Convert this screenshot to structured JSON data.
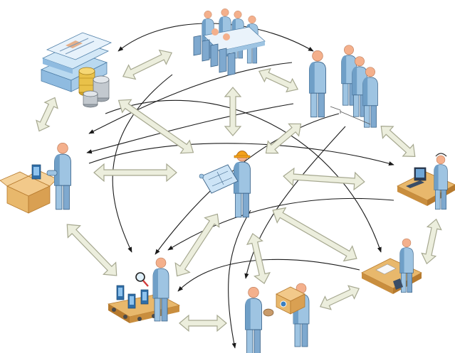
{
  "diagram": {
    "title": "",
    "colors": {
      "figure_body": "#9ec4e2",
      "figure_shade": "#6f9fc7",
      "figure_outline": "#3c6489",
      "skin": "#f4b08c",
      "block_arrow_fill": "#eceedd",
      "block_arrow_stroke": "#a6a890",
      "curve_arrow": "#1a1a1a",
      "wood": "#e8b86c",
      "wood_dark": "#b67a2e",
      "hardhat": "#f4a21c"
    },
    "nodes": [
      {
        "id": "documents-money",
        "icon": "document-stack-with-coins-icon"
      },
      {
        "id": "meeting",
        "icon": "board-meeting-icon"
      },
      {
        "id": "workforce-group",
        "icon": "staff-group-icon"
      },
      {
        "id": "shipping-box",
        "icon": "person-with-package-icon"
      },
      {
        "id": "engineer",
        "icon": "engineer-with-blueprint-icon"
      },
      {
        "id": "call-center",
        "icon": "customer-service-desk-icon"
      },
      {
        "id": "quality-inspection",
        "icon": "inspector-conveyor-icon"
      },
      {
        "id": "customer-delivery",
        "icon": "product-handoff-icon"
      },
      {
        "id": "office-worker",
        "icon": "office-desk-worker-icon"
      }
    ]
  }
}
